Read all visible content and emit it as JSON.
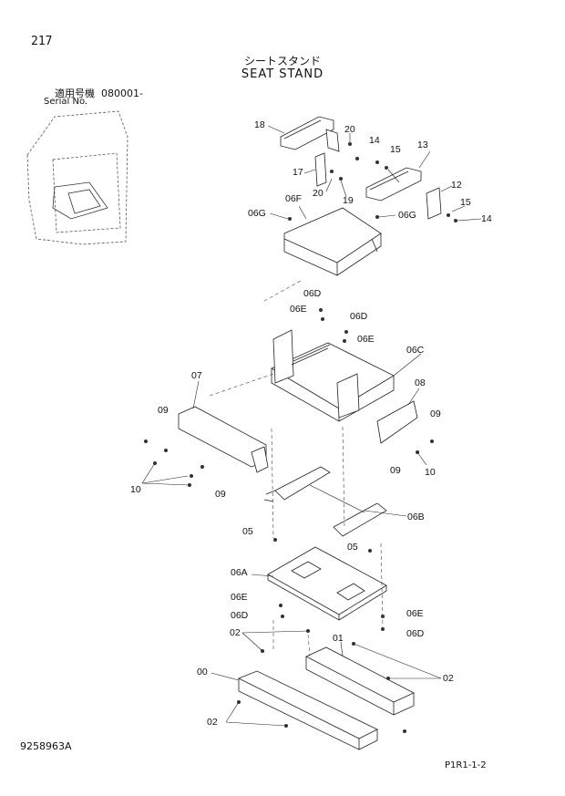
{
  "header": {
    "page_number": "217",
    "title_jp": "シートスタンド",
    "title_en": "SEAT STAND",
    "serial_label_jp": "適用号機",
    "serial_value": "080001-",
    "serial_label_en": "Serial No."
  },
  "footer": {
    "document_number": "9258963A",
    "page_code": "P1R1-1-2"
  },
  "callouts": {
    "c18": "18",
    "c20a": "20",
    "c14a": "14",
    "c15a": "15",
    "c13": "13",
    "c17": "17",
    "c20b": "20",
    "c19": "19",
    "c12": "12",
    "c15b": "15",
    "c14b": "14",
    "c06G_a": "06G",
    "c06F": "06F",
    "c06G_b": "06G",
    "c06D_a": "06D",
    "c06E_a": "06E",
    "c06D_b": "06D",
    "c06E_b": "06E",
    "c06C": "06C",
    "c07": "07",
    "c08": "08",
    "c09_a": "09",
    "c09_b": "09",
    "c09_c": "09",
    "c10_a": "10",
    "c10_b": "10",
    "c06B": "06B",
    "c05_a": "05",
    "c05_b": "05",
    "c06A": "06A",
    "c06E_c": "06E",
    "c06D_c": "06D",
    "c06E_d": "06E",
    "c06D_d": "06D",
    "c02_a": "02",
    "c01": "01",
    "c00": "00",
    "c02_b": "02",
    "c02_c": "02"
  }
}
